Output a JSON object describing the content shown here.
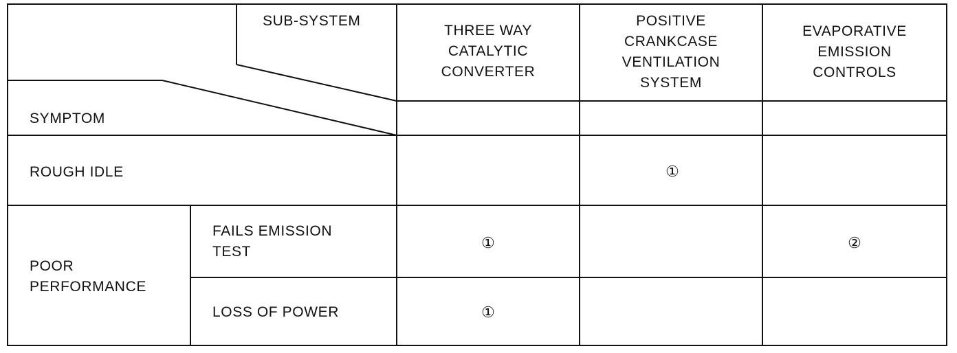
{
  "table": {
    "corner": {
      "subsystem_label": "SUB-SYSTEM",
      "symptom_label": "SYMPTOM"
    },
    "columns": [
      {
        "label_lines": [
          "THREE WAY",
          "CATALYTIC",
          "CONVERTER"
        ]
      },
      {
        "label_lines": [
          "POSITIVE",
          "CRANKCASE",
          "VENTILATION",
          "SYSTEM"
        ]
      },
      {
        "label_lines": [
          "EVAPORATIVE",
          "EMISSION",
          "CONTROLS"
        ]
      }
    ],
    "rows": [
      {
        "label": "ROUGH IDLE",
        "cells": [
          "",
          "①",
          ""
        ]
      },
      {
        "group": "POOR PERFORMANCE",
        "group_lines": [
          "POOR",
          "PERFORMANCE"
        ],
        "label_lines": [
          "FAILS EMISSION",
          "TEST"
        ],
        "cells": [
          "①",
          "",
          "②"
        ]
      },
      {
        "group": "POOR PERFORMANCE",
        "label": "LOSS OF POWER",
        "cells": [
          "①",
          "",
          ""
        ]
      }
    ]
  }
}
